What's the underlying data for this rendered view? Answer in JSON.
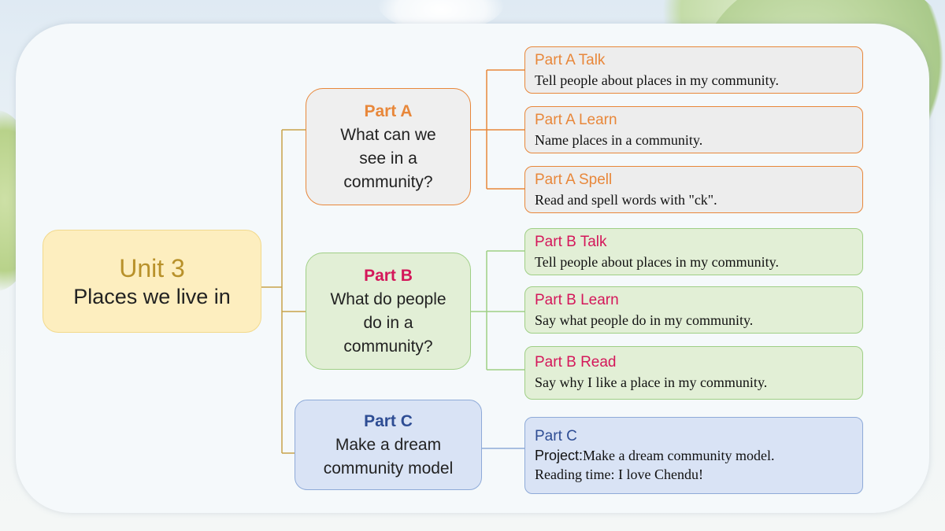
{
  "root": {
    "title": "Unit 3",
    "subtitle": "Places we live in"
  },
  "parts": [
    {
      "id": "a",
      "head": "Part A",
      "body": [
        "What can we",
        "see in a",
        "community?"
      ]
    },
    {
      "id": "b",
      "head": "Part B",
      "body": [
        "What do people",
        "do in a",
        "community?"
      ]
    },
    {
      "id": "c",
      "head": "Part C",
      "body": [
        "Make a dream",
        "community model"
      ]
    }
  ],
  "leaves_a": [
    {
      "title": "Part A Talk",
      "desc": "Tell people about places in my community."
    },
    {
      "title": "Part A Learn",
      "desc": "Name places in a community."
    },
    {
      "title": "Part A Spell",
      "desc": "Read and spell words  with  \"ck\"."
    }
  ],
  "leaves_b": [
    {
      "title": "Part B Talk",
      "desc": "Tell people about places in my community."
    },
    {
      "title": "Part B Learn",
      "desc": "Say what people do in my community."
    },
    {
      "title": "Part B Read",
      "desc": "Say why I like a place in my community."
    }
  ],
  "leaf_c": {
    "title": "Part C",
    "project_label": "Project:",
    "project_text": "Make a dream community model.",
    "reading": "Reading time: I love Chendu!"
  },
  "colors": {
    "part_a": "#e8873a",
    "part_b_text": "#d4175a",
    "part_b_border": "#9fcf85",
    "part_c": "#2e4d94",
    "root_connector": "#c8a24a"
  }
}
